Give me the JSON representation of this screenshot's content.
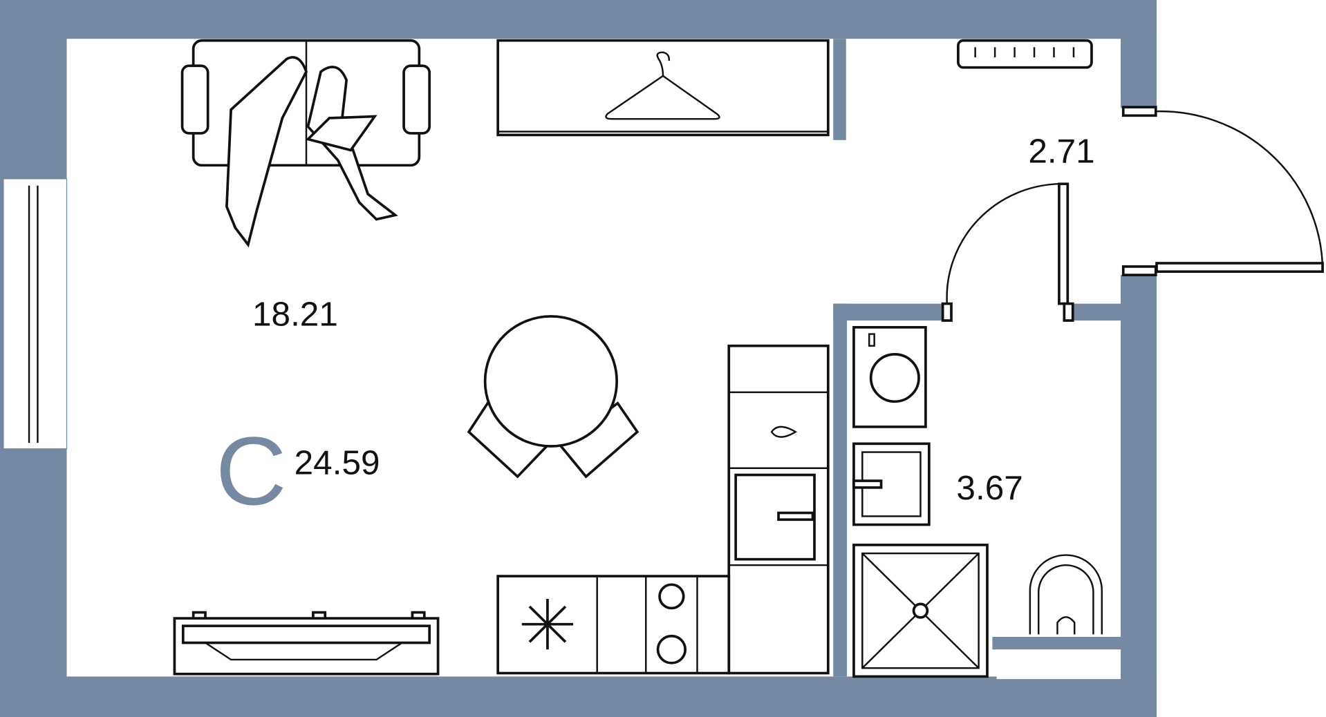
{
  "plan": {
    "wall_color": "#7689a3",
    "rooms": [
      {
        "name": "living-room",
        "area": "18.21"
      },
      {
        "name": "hallway",
        "area": "2.71"
      },
      {
        "name": "bathroom",
        "area": "3.67"
      }
    ],
    "total": {
      "type_letter": "С",
      "area": "24.59"
    }
  }
}
